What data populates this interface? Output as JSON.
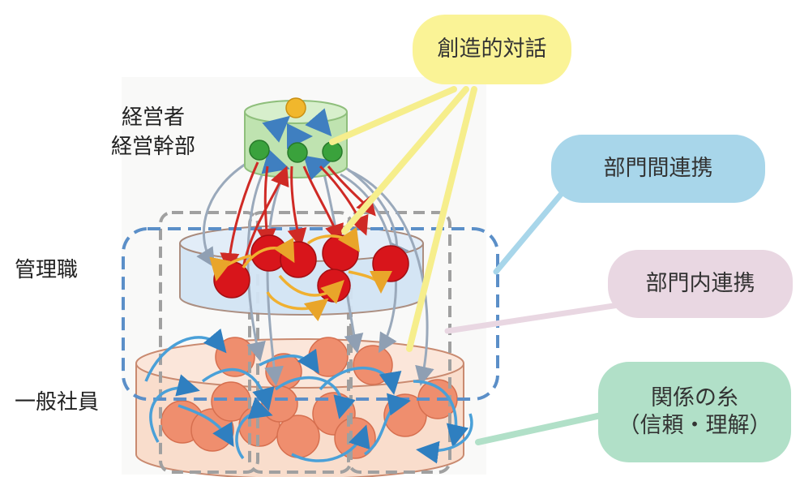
{
  "levels": {
    "executive": [
      "経営者",
      "経営幹部"
    ],
    "manager": "管理職",
    "staff": "一般社員"
  },
  "callouts": {
    "creative_dialogue": "創造的対話",
    "cross_department": "部門間連携",
    "intra_department": "部門内連携",
    "relationship_thread": [
      "関係の糸",
      "（信頼・理解）"
    ]
  },
  "colors": {
    "yellow_callout": "#faf396",
    "blue_callout": "#a8d6ea",
    "pink_callout": "#e9d7e2",
    "green_callout": "#b1e0c8",
    "cross_dept_dash": "#5b8fc8",
    "intra_dept_dash": "#a0a0a0",
    "exec_cylinder": "#bfe3b0",
    "manager_cylinder": "#d3e4f4",
    "staff_cylinder": "#f9ddcc",
    "manager_node": "#d8151b",
    "staff_node": "#ef8e6e",
    "exec_node_green": "#3aa23c",
    "exec_node_yellow": "#f1b72c",
    "thread_red": "#cf2a25",
    "thread_orange": "#f0b030",
    "thread_blue": "#4aa0d8",
    "thread_grey": "#9aa9bb"
  }
}
